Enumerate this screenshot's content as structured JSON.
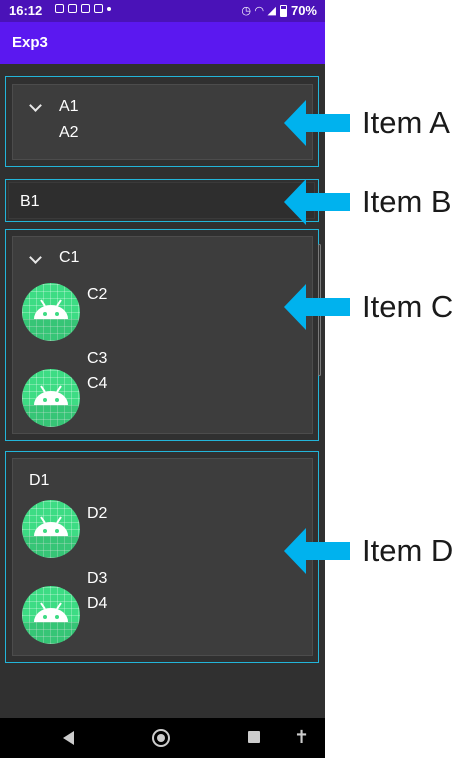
{
  "status_bar": {
    "time": "16:12",
    "battery": "70%"
  },
  "app_bar": {
    "title": "Exp3"
  },
  "item_a": {
    "lines": [
      "A1",
      "A2"
    ]
  },
  "item_b": {
    "line": "B1"
  },
  "item_c": {
    "header": "C1",
    "row1": [
      "C2"
    ],
    "row2": [
      "C3",
      "C4"
    ]
  },
  "item_d": {
    "header": "D1",
    "row1": [
      "D2"
    ],
    "row2": [
      "D3",
      "D4"
    ]
  },
  "callouts": {
    "a": "Item A",
    "b": "Item B",
    "c": "Item C",
    "d": "Item D"
  },
  "colors": {
    "app_bar": "#5b18f0",
    "status_bar": "#4a12b8",
    "frame": "#23b5d9",
    "arrow": "#00b2ee",
    "android_green": "#3ddc84"
  },
  "icons": [
    "chevron-down-icon",
    "android-avatar-icon",
    "nav-back-icon",
    "nav-home-icon",
    "nav-recents-icon",
    "accessibility-icon"
  ]
}
